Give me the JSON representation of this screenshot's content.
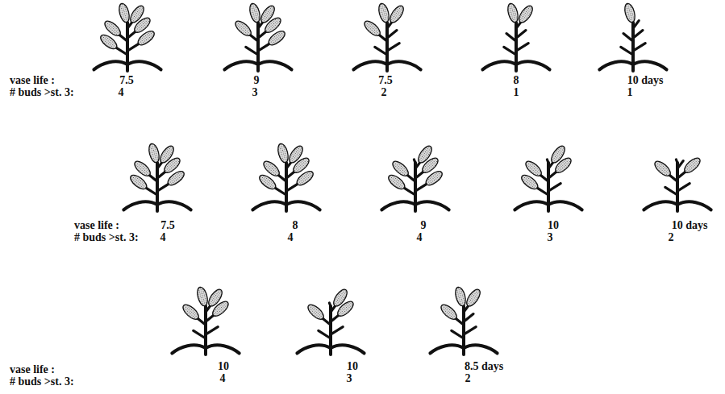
{
  "diagram": {
    "labels": [
      "vase life :",
      "7.5",
      "9",
      "7.5",
      "8",
      "10 days",
      "# buds >st. 3:",
      "4",
      "3",
      "2",
      "1",
      "1",
      "vase life :",
      "7.5",
      "8",
      "9",
      "10",
      "10 days",
      "# buds >st. 3:",
      "4",
      "4",
      "4",
      "3",
      "2",
      "vase life :",
      "10",
      "10",
      "8.5 days",
      "# buds >st. 3:",
      "4",
      "3",
      "2"
    ]
  }
}
